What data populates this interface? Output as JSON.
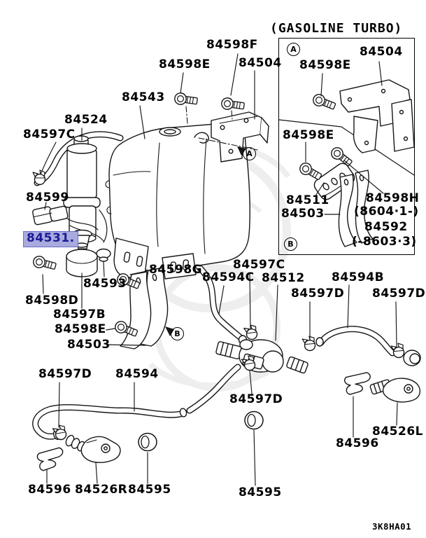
{
  "inset": {
    "title": "(GASOLINE TURBO)"
  },
  "footer": {
    "code": "3K8HA01"
  },
  "markers": {
    "a": "A",
    "b": "B"
  },
  "highlight": {
    "bg": "#a9abdf",
    "border": "#6a6ec2",
    "text": "#1b1b96"
  },
  "parts": {
    "p84598f": "84598F",
    "p84598e_top": "84598E",
    "p84504_main": "84504",
    "p84543": "84543",
    "p84524": "84524",
    "p84597c_left": "84597C",
    "p84599": "84599",
    "p84531": "84531.",
    "p84593": "84593",
    "p84598d": "84598D",
    "p84597b": "84597B",
    "p84598e_mid": "84598E",
    "p84503_main": "84503",
    "p84598g": "84598G",
    "p84594c": "84594C",
    "p84597c_mid": "84597C",
    "p84512": "84512",
    "p84597d_mid": "84597D",
    "p84594b": "84594B",
    "p84597d_right": "84597D",
    "p84597d_botleft": "84597D",
    "p84594": "84594",
    "p84597d_botmid": "84597D",
    "p84596_left": "84596",
    "p84526r": "84526R",
    "p84595_left": "84595",
    "p84595_mid": "84595",
    "p84596_right": "84596",
    "p84526l": "84526L",
    "i84504": "84504",
    "i84598e_1": "84598E",
    "i84598e_2": "84598E",
    "i84511": "84511",
    "i84503": "84503",
    "i84598h": "84598H",
    "i_date1": "(8604·1-)",
    "i84592": "84592",
    "i_date2": "(-8603·3)"
  }
}
